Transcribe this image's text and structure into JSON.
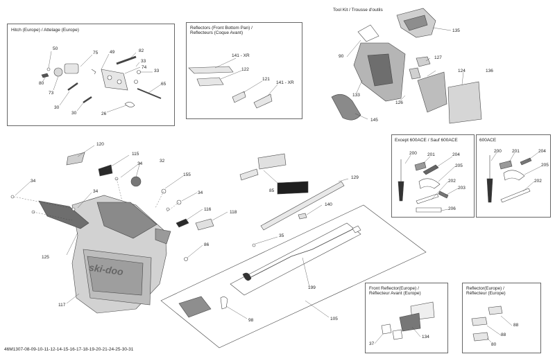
{
  "diagram": {
    "footer_code": "46M1307-08-09-10-11-12-14-15-16-17-18-19-20-21-24-25-30-31",
    "toolkit_heading": "Tool Kit / Trousse d'outils",
    "boxes": {
      "hitch": "Hitch (Europe) / Attelage (Europe)",
      "reflectors_line1": "Reflectors (Front Bottom Pan) /",
      "reflectors_line2": "Reflecteurs (Coque Avant)",
      "except_ace": "Except 600ACE / Sauf 600ACE",
      "ace": "600ACE",
      "front_reflector_line1": "Front Reflector(Europe) /",
      "front_reflector_line2": "Réflecteur Avant (Europe)",
      "reflector_line1": "Reflector(Europe) /",
      "reflector_line2": "Réflecteur (Europe)"
    },
    "callouts": {
      "c50": "50",
      "c75": "75",
      "c49": "49",
      "c82": "82",
      "c33a": "33",
      "c74": "74",
      "c33b": "33",
      "c80": "80",
      "c73": "73",
      "c65": "65",
      "c30a": "30",
      "c30b": "30",
      "c26": "26",
      "c141xr_a": "141 - XR",
      "c122": "122",
      "c121": "121",
      "c141xr_b": "141 - XR",
      "c135": "135",
      "c90": "90",
      "c127": "127",
      "c124": "124",
      "c136": "136",
      "c133": "133",
      "c126": "126",
      "c145": "145",
      "c120": "120",
      "c115": "115",
      "c34a": "34",
      "c32": "32",
      "c155": "155",
      "c34b": "34",
      "c34c": "34",
      "c34d": "34",
      "c116": "116",
      "c118": "118",
      "c125": "125",
      "c86": "86",
      "c117": "117",
      "c85": "85",
      "c129": "129",
      "c140": "140",
      "c35": "35",
      "c199": "199",
      "c98": "98",
      "c105": "105",
      "e200": "200",
      "e201": "201",
      "e204": "204",
      "e205": "205",
      "e202": "202",
      "e203": "203",
      "e206": "206",
      "a200": "200",
      "a201": "201",
      "a204": "204",
      "a205": "205",
      "a202": "202",
      "f37": "37",
      "f134": "134",
      "r88a": "88",
      "r88b": "88",
      "r80": "80"
    },
    "hood_brand": "ski-doo"
  },
  "colors": {
    "line": "#444444",
    "part_fill": "#e6e6e6",
    "part_dark": "#9a9a9a",
    "part_black": "#2a2a2a"
  }
}
